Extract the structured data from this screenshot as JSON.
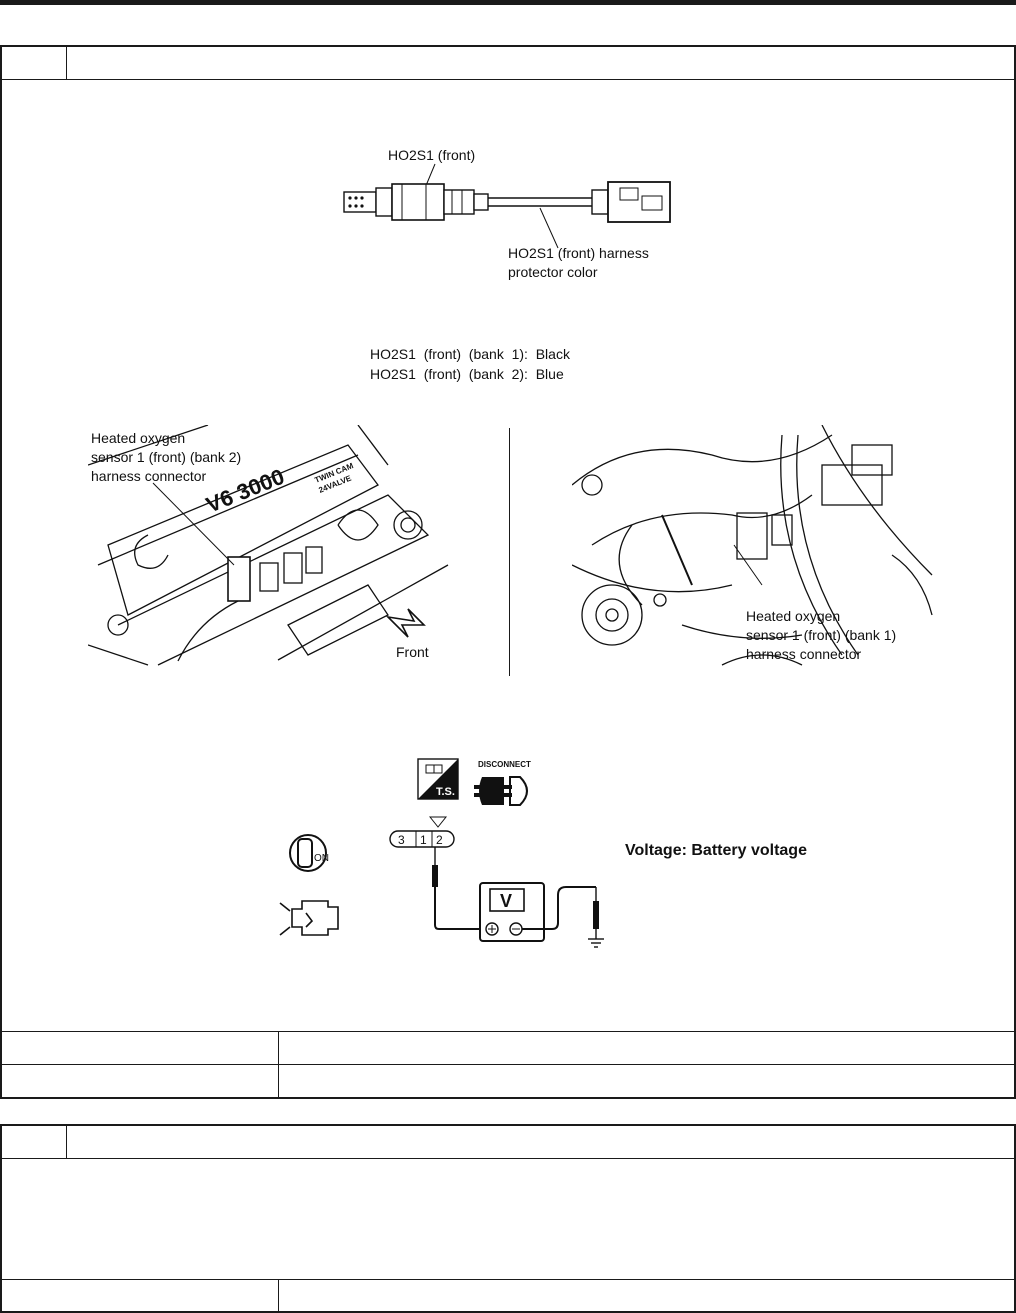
{
  "sensor_diagram": {
    "sensor_label": "HO2S1  (front)",
    "harness_label_line1": "HO2S1  (front)  harness",
    "harness_label_line2": "protector  color",
    "bank1_color": "HO2S1  (front)  (bank  1):  Black",
    "bank2_color": "HO2S1  (front)  (bank  2):  Blue"
  },
  "engine_left": {
    "label_line1": "Heated oxygen",
    "label_line2": "sensor 1 (front) (bank 2)",
    "label_line3": "harness connector",
    "engine_mark": "V6 3000",
    "badge_line1": "TWIN CAM",
    "badge_line2": "24VALVE",
    "front_label": "Front"
  },
  "engine_right": {
    "label_line1": "Heated oxygen",
    "label_line2": "sensor 1 (front) (bank 1)",
    "label_line3": "harness connector"
  },
  "voltage_check": {
    "ts_badge": "T.S.",
    "disconnect_label": "DISCONNECT",
    "key_on": "ON",
    "terminals": [
      "3",
      "1",
      "2"
    ],
    "meter_symbol": "V",
    "result": "Voltage: Battery voltage"
  }
}
